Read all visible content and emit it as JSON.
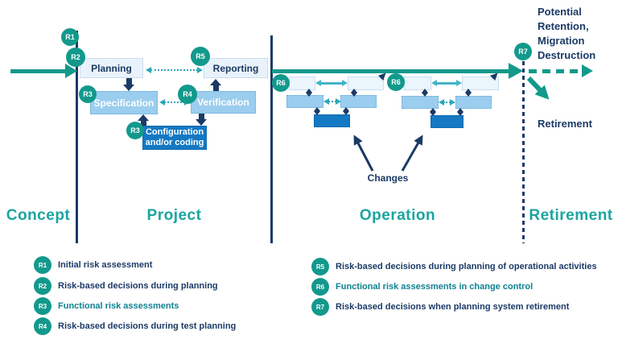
{
  "colors": {
    "teal": "#12998c",
    "teal_label": "#1aa5a0",
    "teal_arrow_light": "#44b4c8",
    "navy": "#1b3a66",
    "box_light": "#e9f2fb",
    "box_mid": "#9bcdee",
    "box_dark": "#1478c2"
  },
  "phases": [
    {
      "label": "Concept"
    },
    {
      "label": "Project"
    },
    {
      "label": "Operation"
    },
    {
      "label": "Retirement"
    }
  ],
  "markers": {
    "r1": "R1",
    "r2": "R2",
    "r3": "R3",
    "r4": "R4",
    "r5": "R5",
    "r6": "R6",
    "r7": "R7"
  },
  "boxes": {
    "planning": "Planning",
    "specification": "Specification",
    "configuration_line1": "Configuration",
    "configuration_line2": "and/or coding",
    "verification": "Verification",
    "reporting": "Reporting"
  },
  "annotations": {
    "changes": "Changes",
    "potential_lines": [
      "Potential",
      "Retention,",
      "Migration",
      "Destruction"
    ],
    "retirement_note": "Retirement"
  },
  "legend_left": [
    {
      "id": "R1",
      "text": "Initial risk assessment"
    },
    {
      "id": "R2",
      "text": "Risk-based decisions during planning"
    },
    {
      "id": "R3",
      "text": "Functional risk assessments"
    },
    {
      "id": "R4",
      "text": "Risk-based decisions during test planning"
    }
  ],
  "legend_right": [
    {
      "id": "R5",
      "text": "Risk-based decisions during planning of operational activities"
    },
    {
      "id": "R6",
      "text": "Functional risk assessments in change control"
    },
    {
      "id": "R7",
      "text": "Risk-based decisions when planning system retirement"
    }
  ]
}
